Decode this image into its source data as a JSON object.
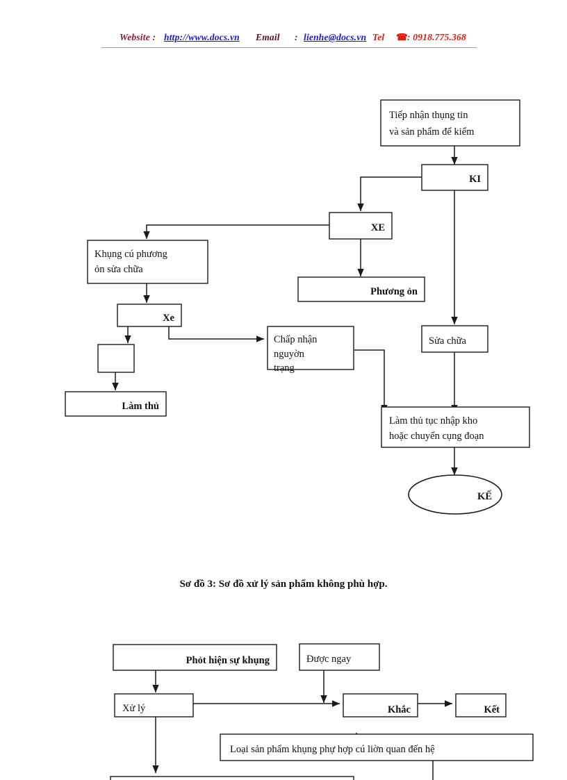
{
  "header": {
    "website_label": "Website :",
    "website_url": "http://www.docs.vn",
    "email_label": "Email",
    "email_colon": ":",
    "email_address": "lienhe@docs.vn",
    "tel_label": "Tel",
    "tel_icon": "☎",
    "tel_number": ": 0918.775.368",
    "colors": {
      "label": "#8b1a3a",
      "link": "#1b19c4",
      "tel": "#e01b10",
      "rule": "#9d9d9d"
    }
  },
  "caption": {
    "text": "Sơ đồ 3: Sơ đồ xử lý sản phẩm không phù hợp."
  },
  "diagram_top": {
    "name": "so-do-3-xu-ly-san-pham-khong-phu-hop",
    "nodes": {
      "tiep_nhan_line1": "Tiếp nhận thụng tin",
      "tiep_nhan_line2": "và  sản phẩm để kiểm",
      "ki": "KI",
      "xe_upper": "XE",
      "khung_cu_line1": "Khụng cú phương",
      "khung_cu_line2": "ỏn sửa chữa",
      "phuong_on": "Phương  ỏn",
      "xe_lower": "Xe",
      "empty_box": "",
      "lam_thu": "Làm thủ",
      "chap_nhan_line1": "Chấp nhận",
      "chap_nhan_line2": "nguyờn",
      "chap_nhan_line3": "trạng",
      "sua_chua": "Sửa chữa",
      "lam_thu_tuc_line1": "Làm  thủ tục nhập kho",
      "lam_thu_tuc_line2": "hoặc chuyển cụng đoạn",
      "ket_thuc": "KẾ"
    }
  },
  "diagram_bottom": {
    "name": "so-do-xu-ly-su-khong-phu-hop",
    "nodes": {
      "phat_hien": "Phỏt hiện sự khụng",
      "duoc_ngay": "Được ngay",
      "xu_ly": "Xử lý",
      "khac": "Khắc",
      "ket": "Kết",
      "loai_san_pham": "Loại sản phẩm khụng phự hợp cú liờn quan đến hệ"
    }
  }
}
